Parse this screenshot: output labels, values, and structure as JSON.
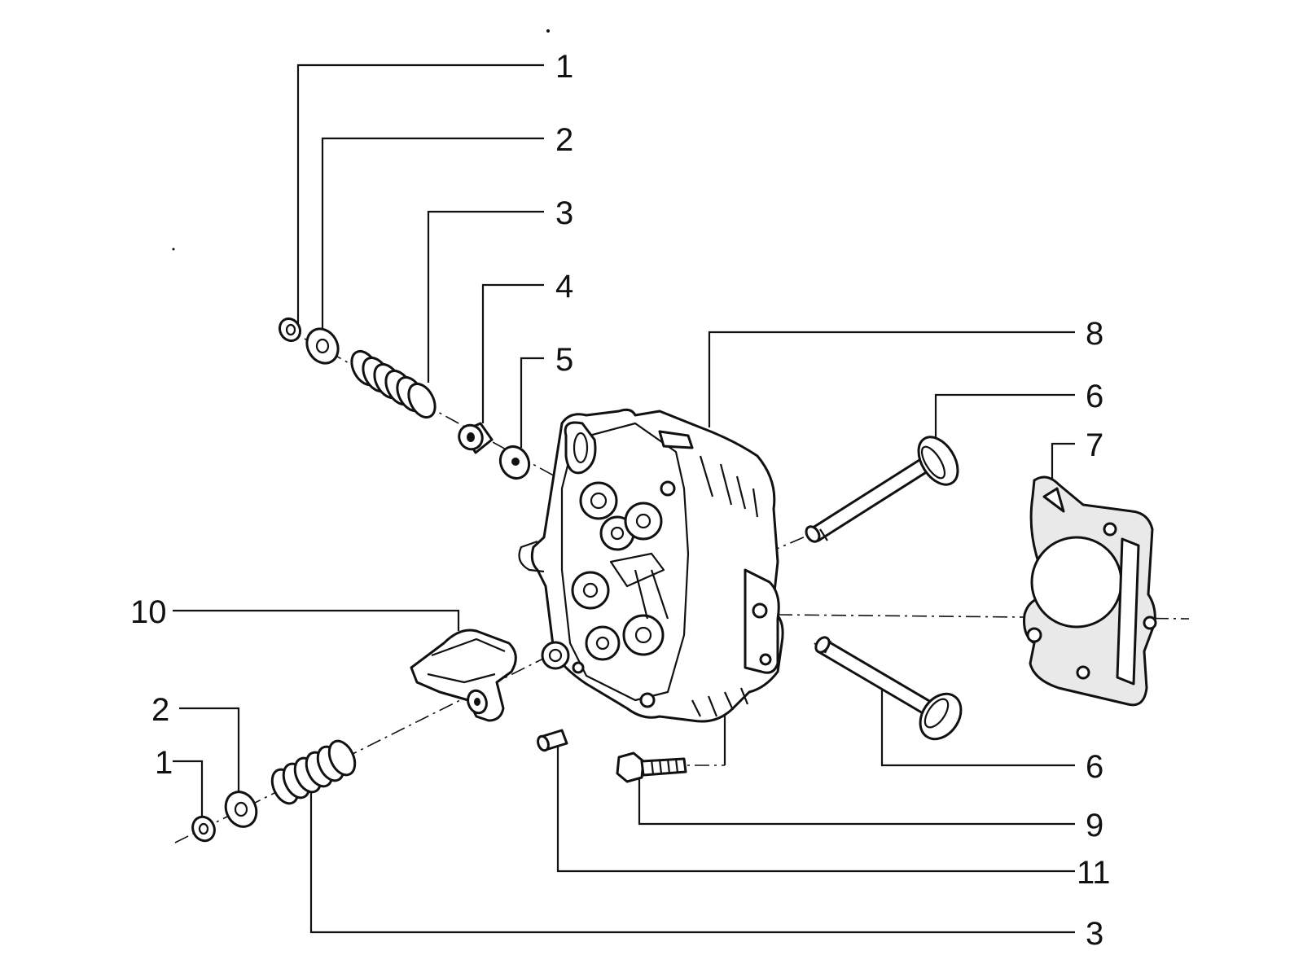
{
  "callouts": {
    "c1_top": "1",
    "c2_top": "2",
    "c3_top": "3",
    "c4": "4",
    "c5": "5",
    "c8": "8",
    "c6_top": "6",
    "c7": "7",
    "c10": "10",
    "c2_bottom": "2",
    "c1_bottom": "1",
    "c6_bottom": "6",
    "c9": "9",
    "c11": "11",
    "c3_bottom": "3"
  }
}
